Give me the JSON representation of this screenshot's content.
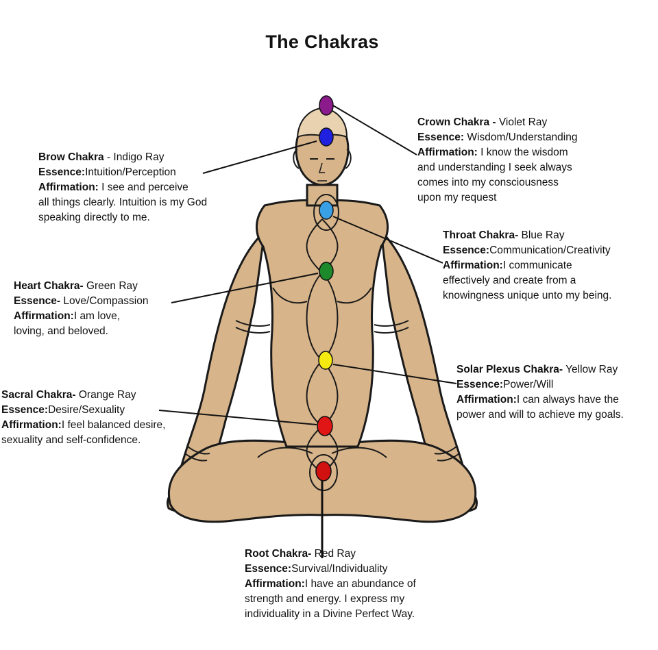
{
  "title": "The Chakras",
  "colors": {
    "skin": "#d7b48a",
    "outline": "#1a1a1a",
    "crown": "#8b1a8b",
    "brow": "#2020e0",
    "throat": "#3aa0e6",
    "heart": "#1c8a2a",
    "solar": "#f5ea10",
    "sacral": "#e01515",
    "root": "#d11010"
  },
  "chakras": [
    {
      "key": "crown",
      "name": "Crown Chakra -",
      "ray": " Violet Ray",
      "essence_label": "Essence:",
      "essence": " Wisdom/Understanding",
      "affirmation_label": "Affirmation:",
      "affirmation_lines": [
        " I know the wisdom",
        "and understanding I seek always",
        "comes into my consciousness",
        "upon my request"
      ]
    },
    {
      "key": "brow",
      "name": "Brow Chakra",
      "ray": " - Indigo Ray",
      "essence_label": "Essence:",
      "essence": "Intuition/Perception",
      "affirmation_label": "Affirmation:",
      "affirmation_lines": [
        " I see and perceive",
        "all things clearly.  Intuition is my God",
        "speaking directly to me."
      ]
    },
    {
      "key": "throat",
      "name": "Throat Chakra-",
      "ray": " Blue Ray",
      "essence_label": "Essence:",
      "essence": "Communication/Creativity",
      "affirmation_label": "Affirmation:",
      "affirmation_lines": [
        "I communicate",
        "effectively and create from a",
        "knowingness unique unto my being."
      ]
    },
    {
      "key": "heart",
      "name": "Heart Chakra-",
      "ray": " Green Ray",
      "essence_label": "Essence-",
      "essence": " Love/Compassion",
      "affirmation_label": "Affirmation:",
      "affirmation_lines": [
        "I am love,",
        "loving, and beloved."
      ]
    },
    {
      "key": "solar",
      "name": "Solar Plexus Chakra-",
      "ray": " Yellow Ray",
      "essence_label": "Essence:",
      "essence": "Power/Will",
      "affirmation_label": "Affirmation:",
      "affirmation_lines": [
        "I can always have the",
        "power and will to achieve my goals."
      ]
    },
    {
      "key": "sacral",
      "name": "Sacral Chakra-",
      "ray": " Orange Ray",
      "essence_label": "Essence:",
      "essence": "Desire/Sexuality",
      "affirmation_label": "Affirmation:",
      "affirmation_lines": [
        "I feel balanced desire,",
        "sexuality and self-confidence."
      ]
    },
    {
      "key": "root",
      "name": "Root Chakra-",
      "ray": " Red Ray",
      "essence_label": "Essence:",
      "essence": "Survival/Individuality",
      "affirmation_label": "Affirmation:",
      "affirmation_lines": [
        "I have an abundance of",
        "strength and energy.  I express my",
        "individuality in a Divine Perfect Way."
      ]
    }
  ]
}
